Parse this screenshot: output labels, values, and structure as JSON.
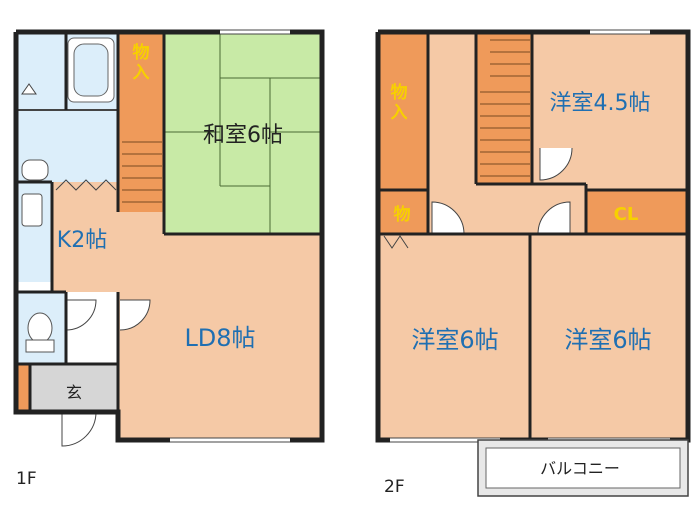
{
  "floor1": {
    "floor_label": "1F",
    "rooms": {
      "storage": "物入",
      "washitsu": "和室6帖",
      "kitchen": "K2帖",
      "living": "LD8帖",
      "entrance": "玄"
    }
  },
  "floor2": {
    "floor_label": "2F",
    "rooms": {
      "storage_large": "物入",
      "storage_small": "物",
      "youshitsu_small": "洋室4.5帖",
      "closet": "CL",
      "youshitsu_left": "洋室6帖",
      "youshitsu_right": "洋室6帖",
      "balcony": "バルコニー"
    }
  },
  "colors": {
    "room_floor": "#f5c9a6",
    "tatami": "#c8eaa6",
    "storage": "#ef9a5a",
    "wet_area": "#dceefa",
    "entrance": "#d6d6d6",
    "label_blue": "#1f6fb2",
    "label_yellow": "#f7d000"
  }
}
